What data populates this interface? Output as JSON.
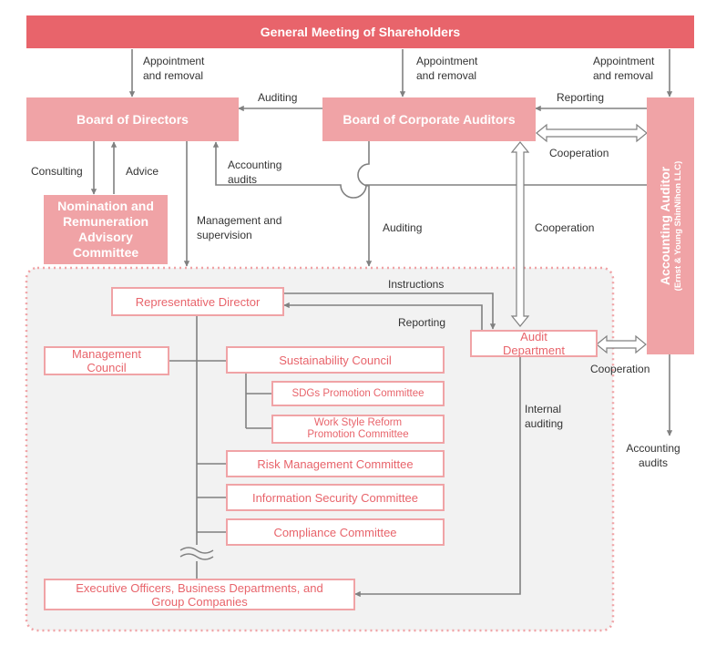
{
  "colors": {
    "accent": "#e8646b",
    "box_fill": "#f0a3a6",
    "arrow": "#808080",
    "panel": "#f2f2f2"
  },
  "top": {
    "title": "General Meeting of Shareholders"
  },
  "nodes": {
    "board_directors": "Board of Directors",
    "board_auditors": "Board of Corporate Auditors",
    "nomination": "Nomination and Remuneration Advisory Committee",
    "accounting_auditor": "Accounting Auditor",
    "accounting_auditor_sub": "(Ernst & Young ShinNihon LLC)",
    "representative_director": "Representative Director",
    "management_council": [
      "Management",
      "Council"
    ],
    "sustainability_council": "Sustainability Council",
    "sdgs_committee": "SDGs Promotion Committee",
    "work_style_committee": [
      "Work Style Reform",
      "Promotion Committee"
    ],
    "risk_committee": "Risk Management Committee",
    "infosec_committee": "Information Security Committee",
    "compliance_committee": "Compliance Committee",
    "audit_department": [
      "Audit",
      "Department"
    ],
    "executive": [
      "Executive Officers, Business Departments, and",
      "Group Companies"
    ]
  },
  "labels": {
    "appointment_bod": [
      "Appointment",
      "and removal"
    ],
    "appointment_bca": [
      "Appointment",
      "and removal"
    ],
    "appointment_aa": [
      "Appointment",
      "and removal"
    ],
    "auditing_top": "Auditing",
    "reporting_top": "Reporting",
    "cooperation_top": "Cooperation",
    "consulting": "Consulting",
    "advice": "Advice",
    "accounting_audits_left": [
      "Accounting",
      "audits"
    ],
    "management_supervision": [
      "Management and",
      "supervision"
    ],
    "auditing_mid": "Auditing",
    "cooperation_mid": "Cooperation",
    "instructions": "Instructions",
    "reporting_mid": "Reporting",
    "cooperation_bottom": "Cooperation",
    "internal_auditing": [
      "Internal",
      "auditing"
    ],
    "accounting_audits_right": [
      "Accounting",
      "audits"
    ]
  }
}
